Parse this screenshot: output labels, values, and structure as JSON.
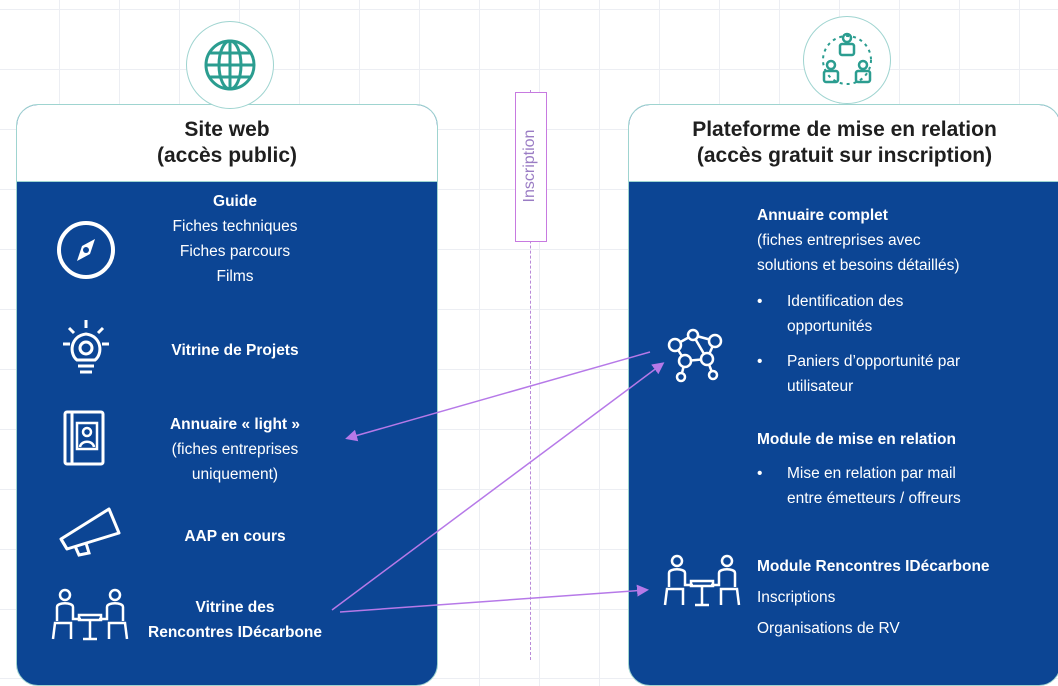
{
  "left_panel": {
    "title_line1": "Site web",
    "title_line2": "(accès public)",
    "items": [
      {
        "icon": "compass-icon",
        "bold": "Guide",
        "lines": [
          "Fiches techniques",
          "Fiches parcours",
          "Films"
        ]
      },
      {
        "icon": "lightbulb-gear-icon",
        "bold": "Vitrine de Projets",
        "lines": []
      },
      {
        "icon": "contact-book-icon",
        "bold": "Annuaire « light »",
        "lines": [
          "(fiches entreprises",
          "uniquement)"
        ]
      },
      {
        "icon": "megaphone-icon",
        "bold": "AAP en cours",
        "lines": []
      },
      {
        "icon": "meeting-icon",
        "bold": "Vitrine des",
        "bold2": "Rencontres IDécarbone"
      }
    ]
  },
  "divider_label": "Inscription",
  "right_panel": {
    "title_line1": "Plateforme de mise en relation",
    "title_line2": "(accès gratuit sur inscription)",
    "annuaire": {
      "title": "Annuaire complet",
      "lines": [
        "(fiches entreprises avec",
        "solutions et besoins détaillés)"
      ],
      "bullets": [
        {
          "lines": [
            "Identification des",
            "opportunités"
          ]
        },
        {
          "lines": [
            "Paniers d’opportunité par",
            "utilisateur"
          ]
        }
      ]
    },
    "module_relation": {
      "title": "Module de mise en relation",
      "bullets": [
        {
          "lines": [
            "Mise en relation par mail",
            "entre émetteurs / offreurs"
          ]
        }
      ]
    },
    "module_rencontres": {
      "title": "Module Rencontres IDécarbone",
      "lines": [
        "Inscriptions",
        "Organisations de RV"
      ]
    },
    "bullet_char": "•"
  },
  "colors": {
    "panel": "#0c4594",
    "teal": "#2b9d90",
    "arrow": "#b679e8"
  }
}
